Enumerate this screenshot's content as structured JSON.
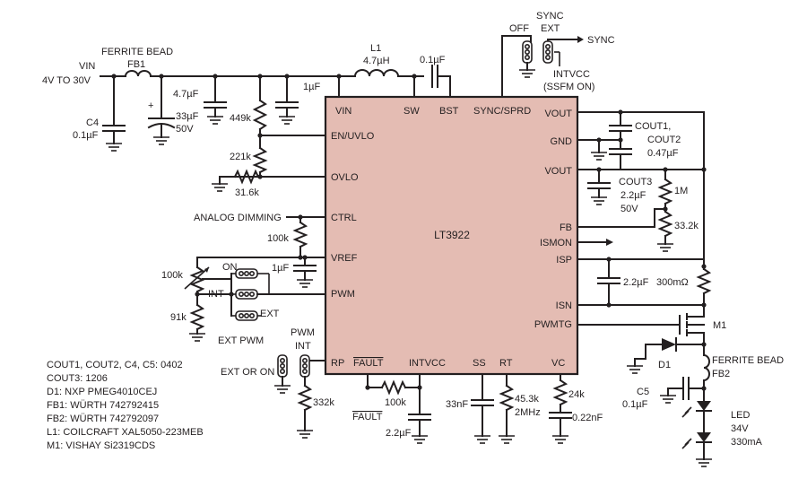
{
  "chip": {
    "name": "LT3922"
  },
  "pins": {
    "vin": "VIN",
    "sw": "SW",
    "bst": "BST",
    "sync_sprd": "SYNC/SPRD",
    "en_uvlo": "EN/UVLO",
    "ovlo": "OVLO",
    "ctrl": "CTRL",
    "vref": "VREF",
    "pwm": "PWM",
    "rp": "RP",
    "fault": "FAULT",
    "intvcc": "INTVCC",
    "ss": "SS",
    "rt": "RT",
    "vc": "VC",
    "vout1": "VOUT",
    "gnd": "GND",
    "vout2": "VOUT",
    "fb": "FB",
    "ismon": "ISMON",
    "isp": "ISP",
    "isn": "ISN",
    "pwmtg": "PWMTG"
  },
  "labels": {
    "vin": "VIN",
    "vin_range": "4V TO 30V",
    "ferrite_fb1_title": "FERRITE BEAD",
    "fb1": "FB1",
    "c4": "C4",
    "c4_val": "0.1µF",
    "c_47u": "4.7µF",
    "c_33u": "33µF",
    "c_33u_v": "50V",
    "c_polarity": "+",
    "r_449k": "449k",
    "r_221k": "221k",
    "r_31k6": "31.6k",
    "c_1u_top": "1µF",
    "l1": "L1",
    "l1_val": "4.7µH",
    "c_bst": "0.1µF",
    "sync": "SYNC",
    "off": "OFF",
    "ext": "EXT",
    "sync_out": "SYNC",
    "intvcc_note": "INTVCC",
    "ssfm_on": "(SSFM ON)",
    "cout12": "COUT1,",
    "cout12b": "COUT2",
    "cout12_val": "0.47µF",
    "cout3": "COUT3",
    "cout3_val": "2.2µF",
    "cout3_v": "50V",
    "r_1m": "1M",
    "r_33k2": "33.2k",
    "analog_dimming": "ANALOG DIMMING",
    "r_100k_ctrl": "100k",
    "pot_100k": "100k",
    "on": "ON",
    "int": "INT",
    "ext2": "EXT",
    "c_1u_vref": "1µF",
    "r_91k": "91k",
    "ext_pwm": "EXT PWM",
    "c_isp": "2.2µF",
    "r_sense": "300mΩ",
    "m1": "M1",
    "d1": "D1",
    "ferrite_fb2_title": "FERRITE BEAD",
    "fb2": "FB2",
    "c5": "C5",
    "c5_val": "0.1µF",
    "led": "LED",
    "led_v": "34V",
    "led_i": "330mA",
    "pwm_jp": "PWM",
    "int_jp": "INT",
    "ext_or_on": "EXT OR ON",
    "r_332k": "332k",
    "r_100k_fault": "100k",
    "fault_net": "FAULT",
    "c_22u_intvcc": "2.2µF",
    "c_ss": "33nF",
    "r_rt": "45.3k",
    "rt_freq": "2MHz",
    "r_vc": "24k",
    "c_vc": "0.22nF"
  },
  "notes": [
    "COUT1, COUT2, C4, C5: 0402",
    "COUT3: 1206",
    "D1: NXP PMEG4010CEJ",
    "FB1: WÜRTH 742792415",
    "FB2: WÜRTH 742792097",
    "L1: COILCRAFT XAL5050-223MEB",
    "M1: VISHAY Si2319CDS"
  ]
}
